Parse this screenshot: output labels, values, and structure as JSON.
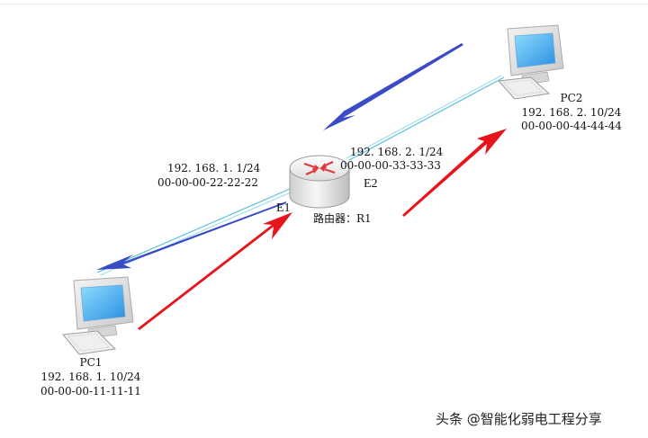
{
  "pc1": {
    "name": "PC1",
    "ip": "192. 168. 1. 10/24",
    "mac": "00-00-00-11-11-11"
  },
  "pc2": {
    "name": "PC2",
    "ip": "192. 168. 2. 10/24",
    "mac": "00-00-00-44-44-44"
  },
  "router": {
    "name": "路由器：R1",
    "e1": {
      "port": "E1",
      "ip": "192. 168. 1. 1/24",
      "mac": "00-00-00-22-22-22"
    },
    "e2": {
      "port": "E2",
      "ip": "192. 168. 2. 1/24",
      "mac": "00-00-00-33-33-33"
    }
  },
  "watermark": "头条 @智能化弱电工程分享",
  "colors": {
    "link_cable": "#5bc0de",
    "request_arrow": "#e8141c",
    "reply_arrow": "#3a4bc8",
    "router_icon_arrows": "#e0393e"
  },
  "icons": {
    "pc": "desktop-computer-icon",
    "router": "router-icon"
  }
}
